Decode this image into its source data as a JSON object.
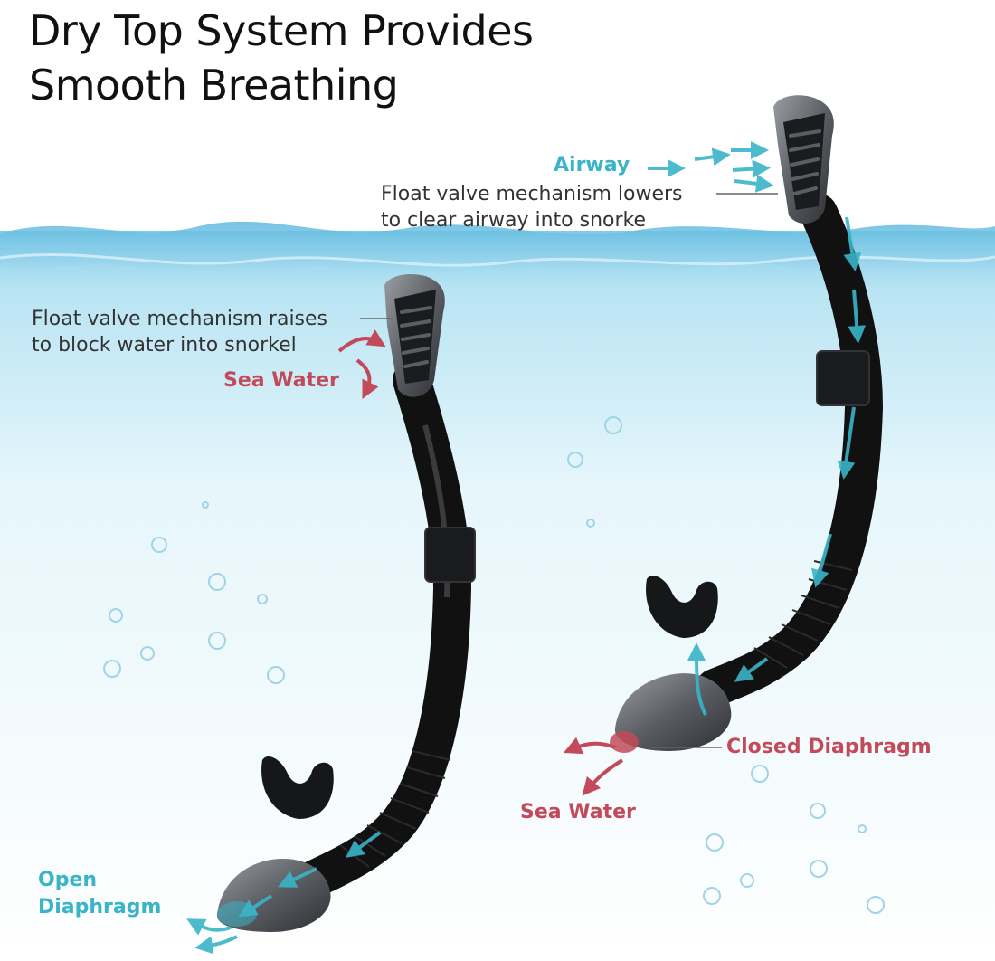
{
  "title": {
    "line1": "Dry Top System Provides",
    "line2": "Smooth Breathing"
  },
  "labels": {
    "airway": "Airway",
    "float_lowers_1": "Float valve mechanism lowers",
    "float_lowers_2": "to clear airway into snorke",
    "float_raises_1": "Float valve mechanism raises",
    "float_raises_2": "to block water into snorkel",
    "sea_water_left": "Sea Water",
    "closed_diaphragm": "Closed Diaphragm",
    "sea_water_right": "Sea Water",
    "open_1": "Open",
    "open_2": "Diaphragm"
  },
  "colors": {
    "air_blue": "#3ab4c8",
    "water_red": "#c24a5a",
    "snorkel_body": "#111111",
    "valve_gray": "#6c6f74",
    "water_top": "#8fd3ea",
    "water_deep": "#ffffff"
  },
  "icons": [
    "snorkel-icon",
    "arrow-icon",
    "bubble-icon",
    "mouthpiece-icon"
  ]
}
